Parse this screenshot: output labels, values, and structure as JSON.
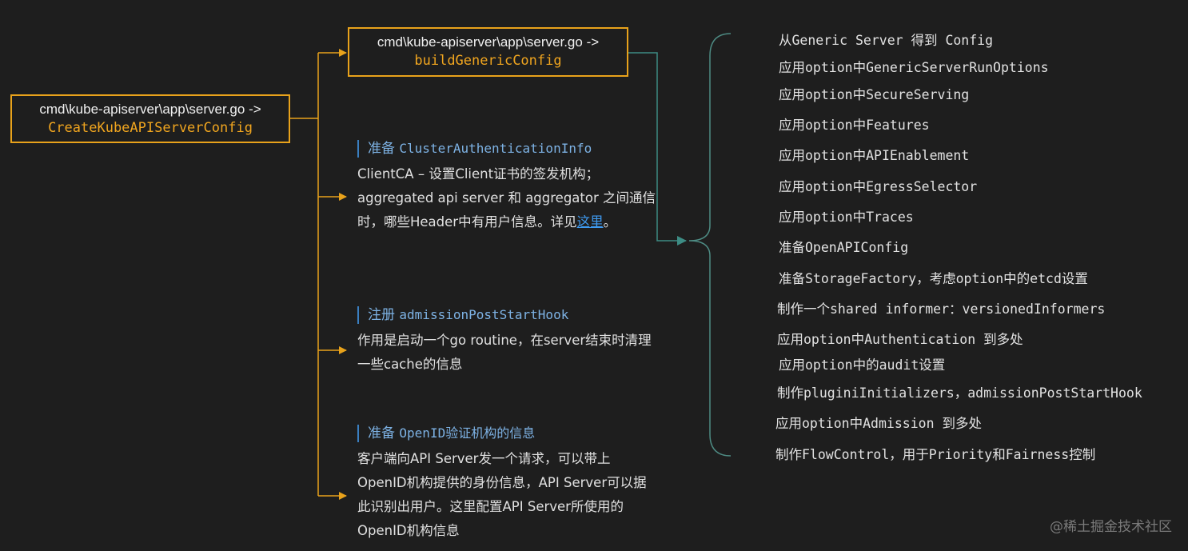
{
  "boxes": {
    "create": {
      "path": "cmd\\kube-apiserver\\app\\server.go ->",
      "func": "CreateKubeAPIServerConfig"
    },
    "build": {
      "path": "cmd\\kube-apiserver\\app\\server.go ->",
      "func": "buildGenericConfig"
    }
  },
  "notes": {
    "auth": {
      "prefix": "准备",
      "name": "ClusterAuthenticationInfo",
      "lines": [
        "ClientCA – 设置Client证书的签发机构；",
        "aggregated api server 和 aggregator 之间通信",
        "时，哪些Header中有用户信息。详见"
      ],
      "link": "这里",
      "link_suffix": "。"
    },
    "hook": {
      "prefix": "注册",
      "name": "admissionPostStartHook",
      "lines": [
        "作用是启动一个go routine，在server结束时清理",
        "一些cache的信息"
      ]
    },
    "oidc": {
      "prefix": "准备",
      "name": "OpenID验证机构的信息",
      "lines": [
        "客户端向API Server发一个请求，可以带上",
        "OpenID机构提供的身份信息，API Server可以据",
        "此识别出用户。这里配置API Server所使用的",
        "OpenID机构信息"
      ]
    }
  },
  "steps": [
    "从Generic Server 得到 Config",
    "应用option中GenericServerRunOptions",
    "应用option中SecureServing",
    "应用option中Features",
    "应用option中APIEnablement",
    "应用option中EgressSelector",
    "应用option中Traces",
    "准备OpenAPIConfig",
    "准备StorageFactory，考虑option中的etcd设置",
    "制作一个shared informer：versionedInformers",
    "应用option中Authentication 到多处",
    "应用option中的audit设置",
    "制作pluginiInitializers，admissionPostStartHook",
    "应用option中Admission 到多处",
    "制作FlowControl，用于Priority和Fairness控制"
  ],
  "watermark": "@稀土掘金技术社区",
  "colors": {
    "background": "#1e1e1e",
    "connector": "#e8a21b",
    "teal_connector": "#3d8c84",
    "brace": "#4e8c84",
    "note_title": "#7db2e4",
    "link": "#3f9bf1"
  }
}
